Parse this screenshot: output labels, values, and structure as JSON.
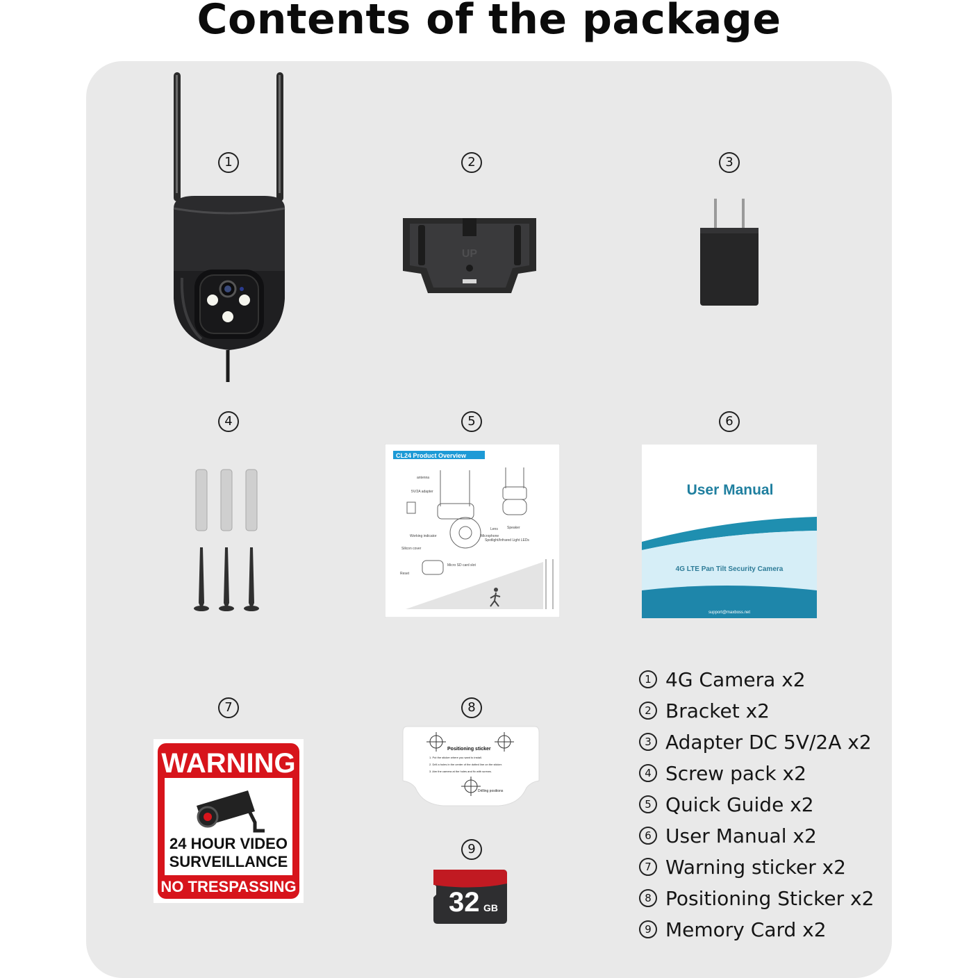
{
  "title": "Contents of the package",
  "markers": [
    "1",
    "2",
    "3",
    "4",
    "5",
    "6",
    "7",
    "8",
    "9"
  ],
  "quick_guide": {
    "header": "CL24  Product Overview",
    "labels": [
      "antenna",
      "5V/2A adapter",
      "Lens",
      "Speaker",
      "Microphone",
      "Spotlight/Infrared Light LEDs",
      "Working indicator",
      "Silicon cover",
      "Micro SD card slot",
      "Reset"
    ]
  },
  "user_manual": {
    "title": "User Manual",
    "subtitle": "4G LTE Pan Tilt Security Camera",
    "email": "support@maxboss.net",
    "accent_color": "#1f7f9f"
  },
  "bracket": {
    "label": "UP"
  },
  "warning_sticker": {
    "line1": "WARNING",
    "line2": "24 HOUR VIDEO",
    "line3": "SURVEILLANCE",
    "line4": "NO TRESPASSING",
    "color": "#d7141b"
  },
  "positioning_sticker": {
    "title": "Positioning sticker",
    "steps": [
      "1. Put the sticker where you want to install.",
      "2. Drill a holes in the center of the dotted line on the sticker.",
      "3. Aim the camera at the holes and fix with screws."
    ],
    "drilling_label": "Drilling positions"
  },
  "memory_card": {
    "capacity": "32",
    "unit": "GB"
  },
  "legend": [
    {
      "num": "1",
      "text": "4G Camera x2"
    },
    {
      "num": "2",
      "text": "Bracket x2"
    },
    {
      "num": "3",
      "text": "Adapter DC 5V/2A x2"
    },
    {
      "num": "4",
      "text": "Screw pack x2"
    },
    {
      "num": "5",
      "text": "Quick Guide x2"
    },
    {
      "num": "6",
      "text": "User Manual x2"
    },
    {
      "num": "7",
      "text": "Warning sticker x2"
    },
    {
      "num": "8",
      "text": "Positioning Sticker x2"
    },
    {
      "num": "9",
      "text": "Memory Card x2"
    }
  ]
}
